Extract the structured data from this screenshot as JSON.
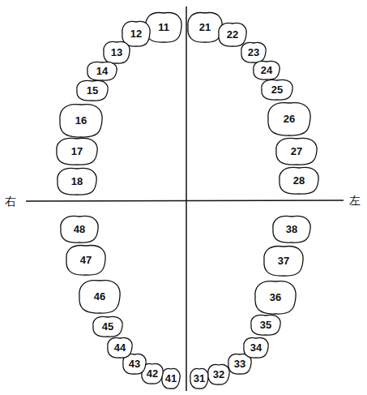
{
  "diagram": {
    "nodes": [
      {
        "text": [
          "11"
        ]
      },
      {
        "text": [
          "12"
        ]
      },
      {
        "text": [
          "13"
        ]
      },
      {
        "text": [
          "14"
        ]
      },
      {
        "text": [
          "15"
        ]
      },
      {
        "text": [
          "16"
        ]
      },
      {
        "text": [
          "17"
        ]
      },
      {
        "text": [
          "18"
        ]
      },
      {
        "text": [
          "21"
        ]
      },
      {
        "text": [
          "22"
        ]
      },
      {
        "text": [
          "23"
        ]
      },
      {
        "text": [
          "24"
        ]
      },
      {
        "text": [
          "25"
        ]
      },
      {
        "text": [
          "26"
        ]
      },
      {
        "text": [
          "27"
        ]
      },
      {
        "text": [
          "28"
        ]
      },
      {
        "text": [
          "41"
        ]
      },
      {
        "text": [
          "42"
        ]
      },
      {
        "text": [
          "43"
        ]
      },
      {
        "text": [
          "44"
        ]
      },
      {
        "text": [
          "45"
        ]
      },
      {
        "text": [
          "46"
        ]
      },
      {
        "text": [
          "47"
        ]
      },
      {
        "text": [
          "48"
        ]
      },
      {
        "text": [
          "31"
        ]
      },
      {
        "text": [
          "32"
        ]
      },
      {
        "text": [
          "33"
        ]
      },
      {
        "text": [
          "34"
        ]
      },
      {
        "text": [
          "35"
        ]
      },
      {
        "text": [
          "36"
        ]
      },
      {
        "text": [
          "37"
        ]
      },
      {
        "text": [
          "38"
        ]
      }
    ],
    "labels": [
      "右",
      "左"
    ]
  }
}
